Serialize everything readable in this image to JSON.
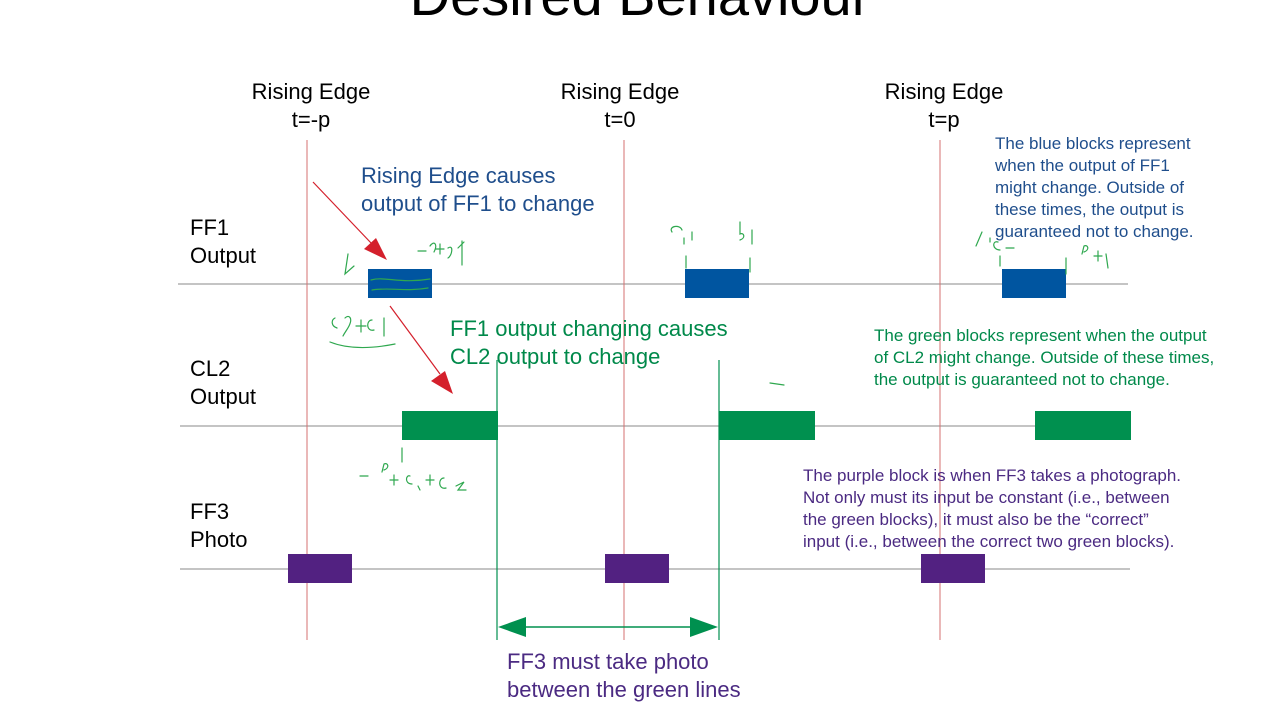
{
  "title": "Desired Behaviour",
  "edges": [
    {
      "line1": "Rising Edge",
      "line2": "t=-p"
    },
    {
      "line1": "Rising Edge",
      "line2": "t=0"
    },
    {
      "line1": "Rising Edge",
      "line2": "t=p"
    }
  ],
  "signals": [
    {
      "line1": "FF1",
      "line2": "Output"
    },
    {
      "line1": "CL2",
      "line2": "Output"
    },
    {
      "line1": "FF3",
      "line2": "Photo"
    }
  ],
  "annotations": {
    "rising_edge_causes": [
      "Rising Edge causes",
      "output of FF1 to change"
    ],
    "ff1_changing_causes": [
      "FF1 output changing causes",
      "CL2 output to change"
    ],
    "blue_note": [
      "The blue blocks represent",
      "when the output of FF1",
      "might change. Outside of",
      "these times, the output is",
      "guaranteed not to change."
    ],
    "green_note": [
      "The green blocks represent when the output",
      "of CL2 might change. Outside of these times,",
      "the output is guaranteed not to change."
    ],
    "purple_note": [
      "The purple block is when FF3 takes a photograph.",
      "Not only must its input be constant (i.e., between",
      "the green blocks), it must also be the “correct”",
      "input (i.e., between the correct two green blocks)."
    ],
    "ff3_must": [
      "FF3 must take photo",
      "between the green lines"
    ]
  },
  "colors": {
    "blue": "#0055a0",
    "green": "#00904f",
    "purple": "#522181",
    "red_line": "#d47070",
    "arrow_red": "#d4202c",
    "text_blue": "#1f4e8c",
    "text_green": "#00894a",
    "text_purple": "#4b2a82"
  }
}
